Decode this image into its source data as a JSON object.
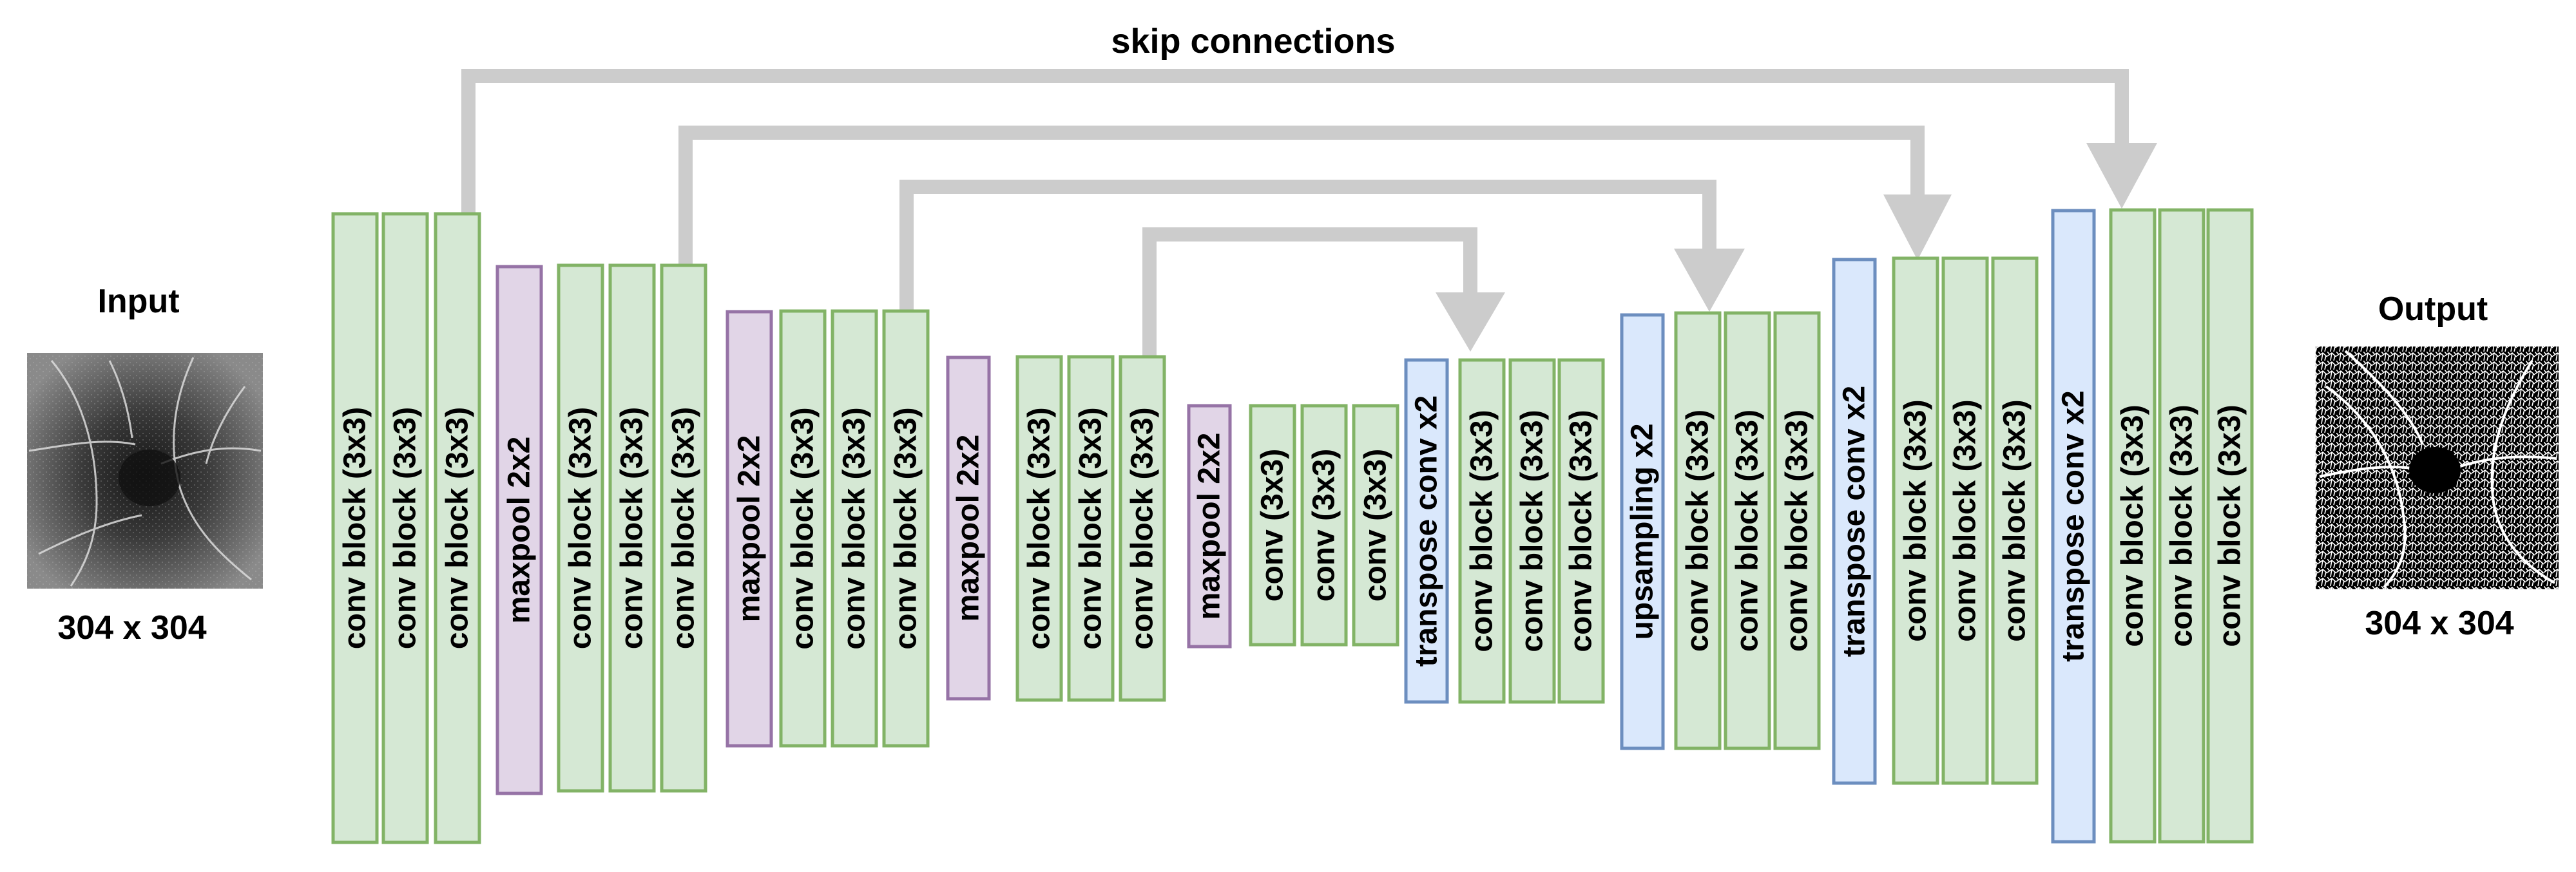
{
  "colors": {
    "conv_fill": "#d5e8d4",
    "conv_stroke": "#82b366",
    "pool_fill": "#e1d5e7",
    "pool_stroke": "#9673a6",
    "up_fill": "#dae8fc",
    "up_stroke": "#6c8ebf",
    "skip": "#cccccc",
    "text": "#000000"
  },
  "title": "skip connections",
  "input": {
    "label": "Input",
    "size": "304 x 304"
  },
  "output": {
    "label": "Output",
    "size": "304 x 304"
  },
  "blocks": [
    {
      "label": "conv block (3x3)",
      "kind": "conv"
    },
    {
      "label": "conv block (3x3)",
      "kind": "conv"
    },
    {
      "label": "conv block (3x3)",
      "kind": "conv"
    },
    {
      "label": "maxpool 2x2",
      "kind": "pool"
    },
    {
      "label": "conv block (3x3)",
      "kind": "conv"
    },
    {
      "label": "conv block (3x3)",
      "kind": "conv"
    },
    {
      "label": "conv block (3x3)",
      "kind": "conv"
    },
    {
      "label": "maxpool 2x2",
      "kind": "pool"
    },
    {
      "label": "conv block (3x3)",
      "kind": "conv"
    },
    {
      "label": "conv block (3x3)",
      "kind": "conv"
    },
    {
      "label": "conv block (3x3)",
      "kind": "conv"
    },
    {
      "label": "maxpool 2x2",
      "kind": "pool"
    },
    {
      "label": "conv block (3x3)",
      "kind": "conv"
    },
    {
      "label": "conv block (3x3)",
      "kind": "conv"
    },
    {
      "label": "conv block (3x3)",
      "kind": "conv"
    },
    {
      "label": "maxpool 2x2",
      "kind": "pool"
    },
    {
      "label": "conv (3x3)",
      "kind": "conv"
    },
    {
      "label": "conv (3x3)",
      "kind": "conv"
    },
    {
      "label": "conv (3x3)",
      "kind": "conv"
    },
    {
      "label": "transpose conv x2",
      "kind": "up"
    },
    {
      "label": "conv block (3x3)",
      "kind": "conv"
    },
    {
      "label": "conv block (3x3)",
      "kind": "conv"
    },
    {
      "label": "conv block (3x3)",
      "kind": "conv"
    },
    {
      "label": "upsampling x2",
      "kind": "up"
    },
    {
      "label": "conv block (3x3)",
      "kind": "conv"
    },
    {
      "label": "conv block (3x3)",
      "kind": "conv"
    },
    {
      "label": "conv block (3x3)",
      "kind": "conv"
    },
    {
      "label": "transpose conv x2",
      "kind": "up"
    },
    {
      "label": "conv block (3x3)",
      "kind": "conv"
    },
    {
      "label": "conv block (3x3)",
      "kind": "conv"
    },
    {
      "label": "conv block (3x3)",
      "kind": "conv"
    },
    {
      "label": "transpose conv x2",
      "kind": "up"
    },
    {
      "label": "conv block (3x3)",
      "kind": "conv"
    },
    {
      "label": "conv block (3x3)",
      "kind": "conv"
    },
    {
      "label": "conv block (3x3)",
      "kind": "conv"
    }
  ]
}
